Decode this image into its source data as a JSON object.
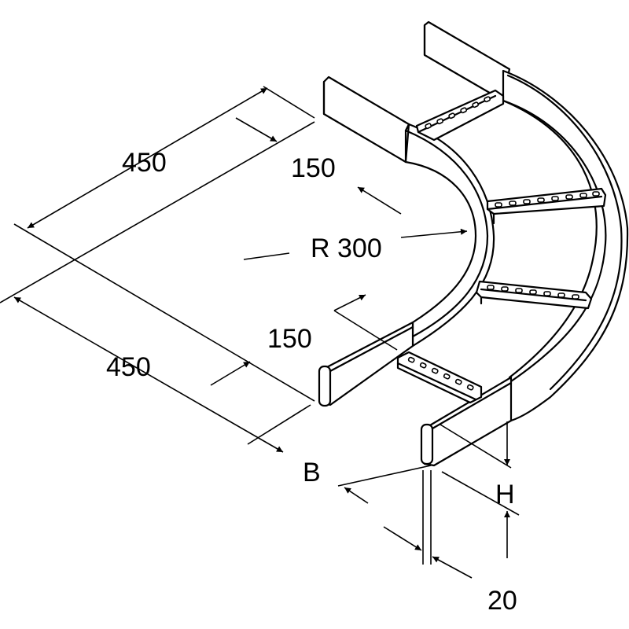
{
  "drawing": {
    "dimensions": {
      "length_top": "450",
      "length_bottom": "450",
      "straight_top": "150",
      "straight_bottom": "150",
      "radius": "R 300",
      "width": "B",
      "height": "H",
      "flange": "20"
    }
  },
  "colors": {
    "stroke": "#000000",
    "part_fill": "#ffffff",
    "background": "#ffffff"
  }
}
